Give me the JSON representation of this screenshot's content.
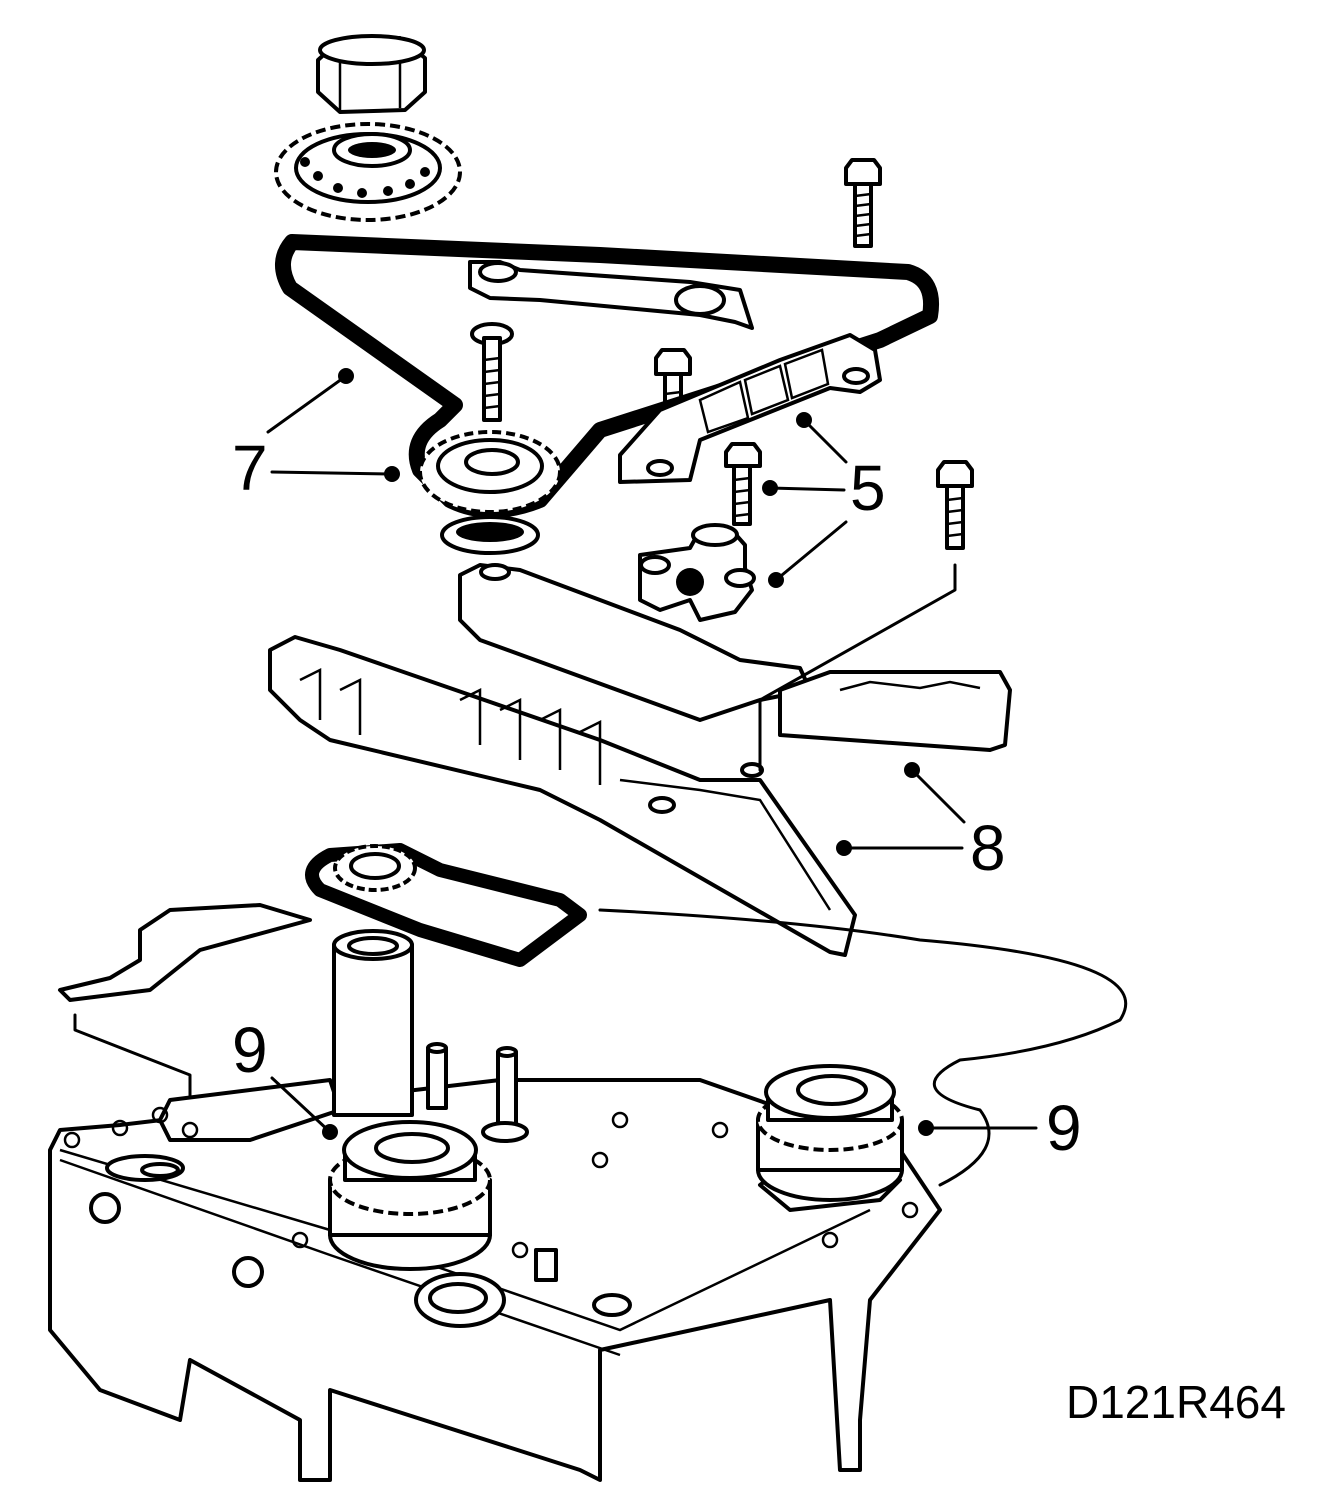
{
  "callouts": {
    "c7": "7",
    "c5": "5",
    "c8": "8",
    "c9_left": "9",
    "c9_right": "9"
  },
  "drawing_code": "D121R464"
}
